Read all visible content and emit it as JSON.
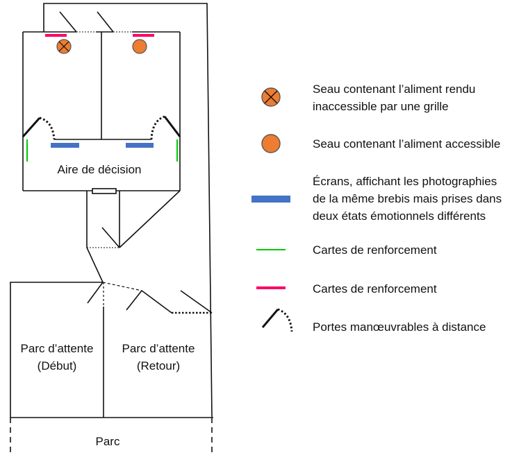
{
  "plan": {
    "decision_area": "Aire de décision",
    "waiting_start_1": "Parc d’attente",
    "waiting_start_2": "(Début)",
    "waiting_return_1": "Parc d’attente",
    "waiting_return_2": "(Retour)",
    "park": "Parc"
  },
  "legend": [
    {
      "icon": "crossed-bucket-icon",
      "lines": [
        "Seau contenant l’aliment rendu",
        "inaccessible par une grille"
      ]
    },
    {
      "icon": "bucket-icon",
      "lines": [
        "Seau contenant l’aliment accessible"
      ]
    },
    {
      "icon": "screen-icon",
      "lines": [
        "Écrans, affichant les photographies",
        "de la même brebis mais prises dans",
        "deux états émotionnels différents"
      ]
    },
    {
      "icon": "green-card-icon",
      "lines": [
        "Cartes de renforcement"
      ]
    },
    {
      "icon": "pink-card-icon",
      "lines": [
        "Cartes de renforcement"
      ]
    },
    {
      "icon": "door-icon",
      "lines": [
        "Portes manœuvrables à distance"
      ]
    }
  ],
  "colors": {
    "bucket": "#ED7D31",
    "screen": "#4472C4",
    "green": "#00CC00",
    "pink": "#FF0066"
  }
}
